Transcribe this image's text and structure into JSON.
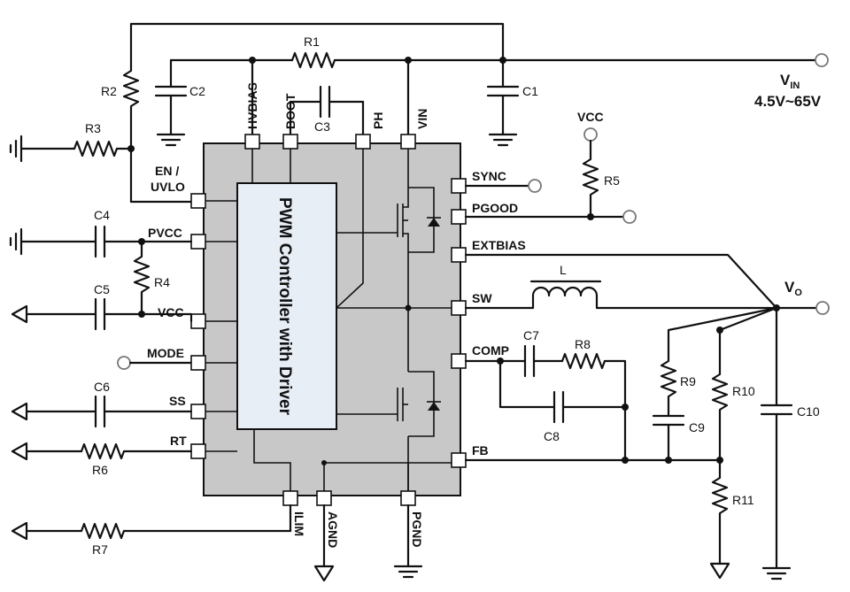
{
  "ic": {
    "controller_label": "PWM Controller with Driver",
    "pins": {
      "hvbias": "HVBIAS",
      "boot": "BOOT",
      "ph": "PH",
      "vin": "VIN",
      "en_uvlo_1": "EN /",
      "en_uvlo_2": "UVLO",
      "pvcc": "PVCC",
      "vcc": "VCC",
      "mode": "MODE",
      "ss": "SS",
      "rt": "RT",
      "sync": "SYNC",
      "pgood": "PGOOD",
      "extbias": "EXTBIAS",
      "sw": "SW",
      "comp": "COMP",
      "fb": "FB",
      "ilim": "ILIM",
      "agnd": "AGND",
      "pgnd": "PGND"
    }
  },
  "components": {
    "resistors": [
      "R1",
      "R2",
      "R3",
      "R4",
      "R5",
      "R6",
      "R7",
      "R8",
      "R9",
      "R10",
      "R11"
    ],
    "capacitors": [
      "C1",
      "C2",
      "C3",
      "C4",
      "C5",
      "C6",
      "C7",
      "C8",
      "C9",
      "C10"
    ],
    "inductor": "L"
  },
  "nets": {
    "vin_label": "V",
    "vin_sub": "IN",
    "vin_range": "4.5V~65V",
    "vo_label": "V",
    "vo_sub": "O",
    "vcc_label": "VCC"
  }
}
